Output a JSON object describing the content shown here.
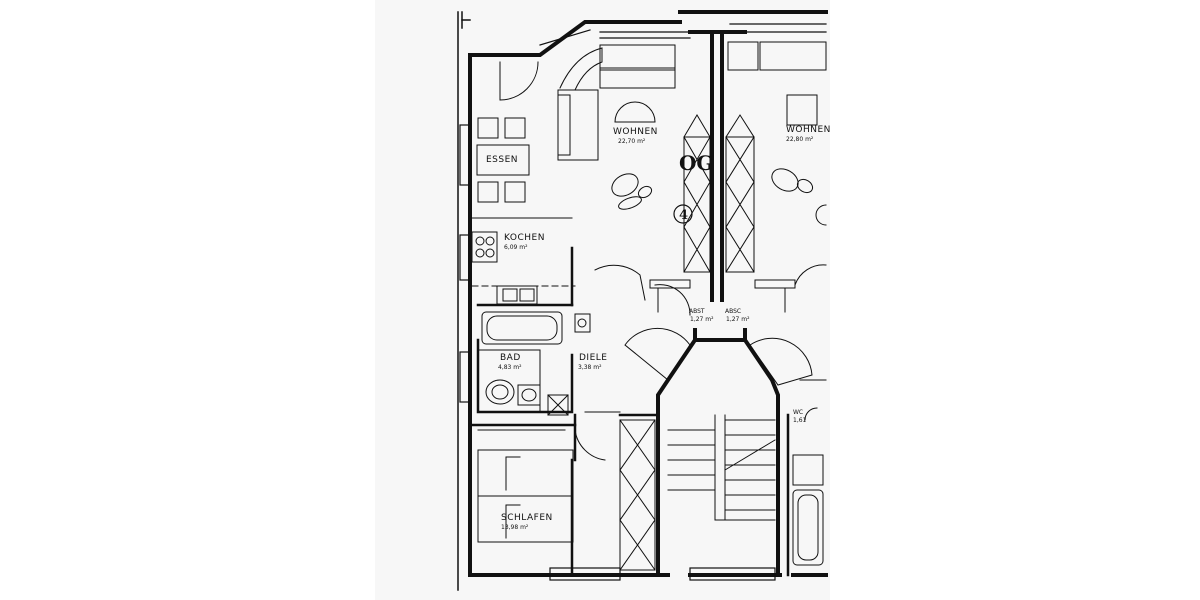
{
  "plan": {
    "floor_label": "OG",
    "unit_number": "4",
    "rooms": {
      "wohnen": {
        "name": "WOHNEN",
        "area": "22,70 m²"
      },
      "essen": {
        "name": "ESSEN"
      },
      "kochen": {
        "name": "KOCHEN",
        "area": "6,09 m²"
      },
      "bad": {
        "name": "BAD",
        "area": "4,83 m²"
      },
      "diele": {
        "name": "DIELE",
        "area": "3,38 m²"
      },
      "schlafen": {
        "name": "SCHLAFEN",
        "area": "13,98 m²"
      },
      "abst1": {
        "name": "ABST",
        "area": "1,27 m²"
      },
      "abst2": {
        "name": "ABSC",
        "area": "1,27 m²"
      },
      "wohnen_neighbor": {
        "name": "WOHNEN",
        "area": "22,80 m²"
      },
      "wc_neighbor": {
        "name": "WC",
        "area": "1,61"
      }
    }
  },
  "colors": {
    "ink": "#111111",
    "paper": "#f7f7f7"
  }
}
